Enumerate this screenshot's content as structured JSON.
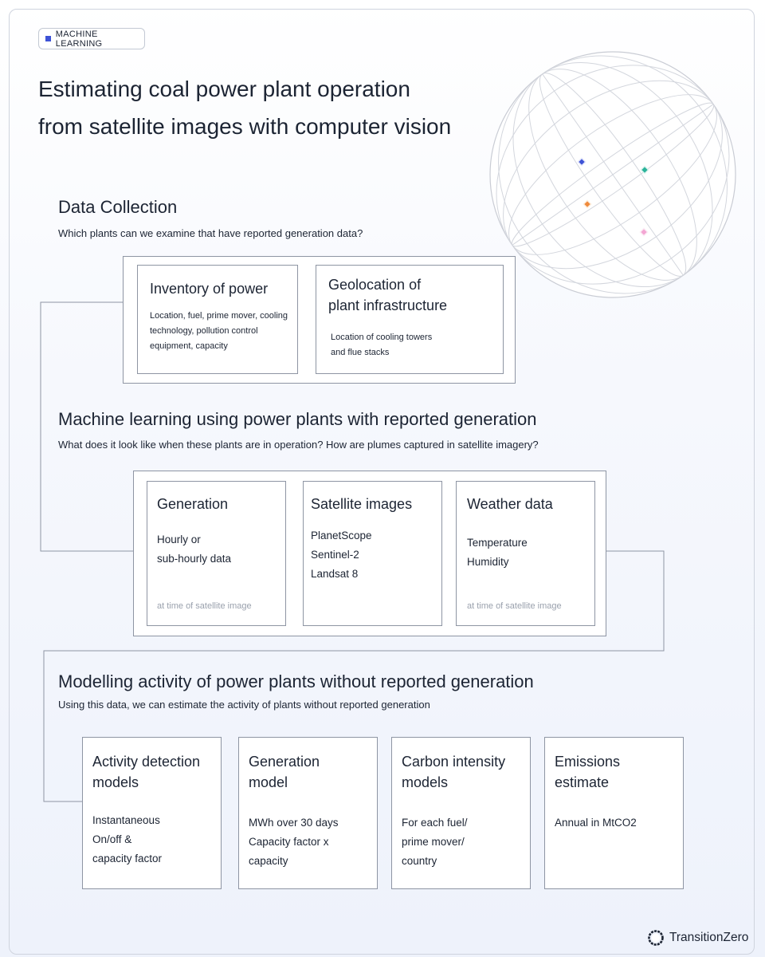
{
  "tag": {
    "label": "MACHINE LEARNING",
    "square_color": "#3e53d6"
  },
  "title": {
    "line1": "Estimating coal power plant operation",
    "line2": "from satellite images with computer vision"
  },
  "globe": {
    "marker_colors": [
      "#3e53d6",
      "#2bb39a",
      "#ef8a3c",
      "#f3a6d3"
    ]
  },
  "sections": {
    "data_collection": {
      "title": "Data Collection",
      "subtitle": "Which plants can we examine that have reported generation data?",
      "cards": [
        {
          "title": "Inventory of power",
          "body": [
            "Location, fuel, prime mover, cooling",
            "technology, pollution control",
            "equipment, capacity"
          ]
        },
        {
          "title": "Geolocation of plant infrastructure",
          "title_lines": [
            "Geolocation of",
            "plant infrastructure"
          ],
          "body": [
            "Location of cooling towers",
            "and flue stacks"
          ]
        }
      ]
    },
    "machine_learning": {
      "title": "Machine learning using power plants with reported generation",
      "subtitle": "What does it look like when these plants are in operation? How are plumes captured in satellite imagery?",
      "cards": [
        {
          "title": "Generation",
          "body": [
            "Hourly or",
            "sub-hourly data"
          ],
          "foot": "at time of satellite image"
        },
        {
          "title": "Satellite images",
          "body": [
            "PlanetScope",
            "Sentinel-2",
            "Landsat 8"
          ]
        },
        {
          "title": "Weather data",
          "body": [
            "Temperature",
            "Humidity"
          ],
          "foot": "at time of satellite image"
        }
      ]
    },
    "modelling": {
      "title": "Modelling activity of power plants without reported generation",
      "subtitle": "Using this data, we can estimate the activity of plants without reported generation",
      "cards": [
        {
          "title_lines": [
            "Activity detection",
            "models"
          ],
          "body": [
            "Instantaneous",
            "On/off &",
            "capacity factor"
          ]
        },
        {
          "title_lines": [
            "Generation",
            "model"
          ],
          "body": [
            "MWh over 30 days",
            "Capacity factor x",
            "capacity"
          ]
        },
        {
          "title_lines": [
            "Carbon intensity",
            "models"
          ],
          "body": [
            "For each fuel/",
            "prime mover/",
            "country"
          ]
        },
        {
          "title_lines": [
            "Emissions",
            "estimate"
          ],
          "body": [
            "Annual in MtCO2"
          ]
        }
      ]
    }
  },
  "logo": {
    "text": "TransitionZero"
  }
}
